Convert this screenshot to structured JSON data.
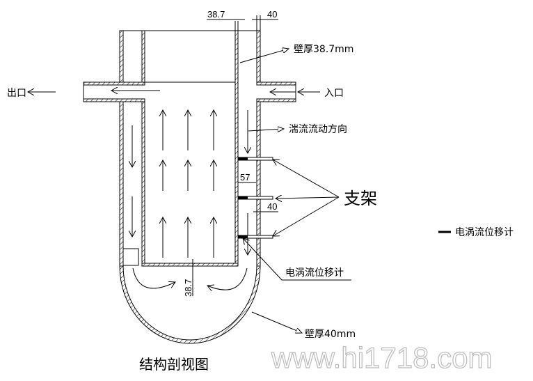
{
  "labels": {
    "outlet": "出口",
    "inlet": "入口",
    "wall_inner": "壁厚38.7mm",
    "flow_direction": "湍流流动方向",
    "support": "支架",
    "sensor": "电涡流位移计",
    "wall_bottom": "壁厚40mm",
    "title": "结构剖视图",
    "legend_sensor": "电涡流位移计",
    "watermark": "www.hi1718.com"
  },
  "dimensions": {
    "top_inner_wall": "38.7",
    "top_outer_wall": "40",
    "gap": "57",
    "support_wall": "40",
    "bottom_gap": "38.7"
  }
}
